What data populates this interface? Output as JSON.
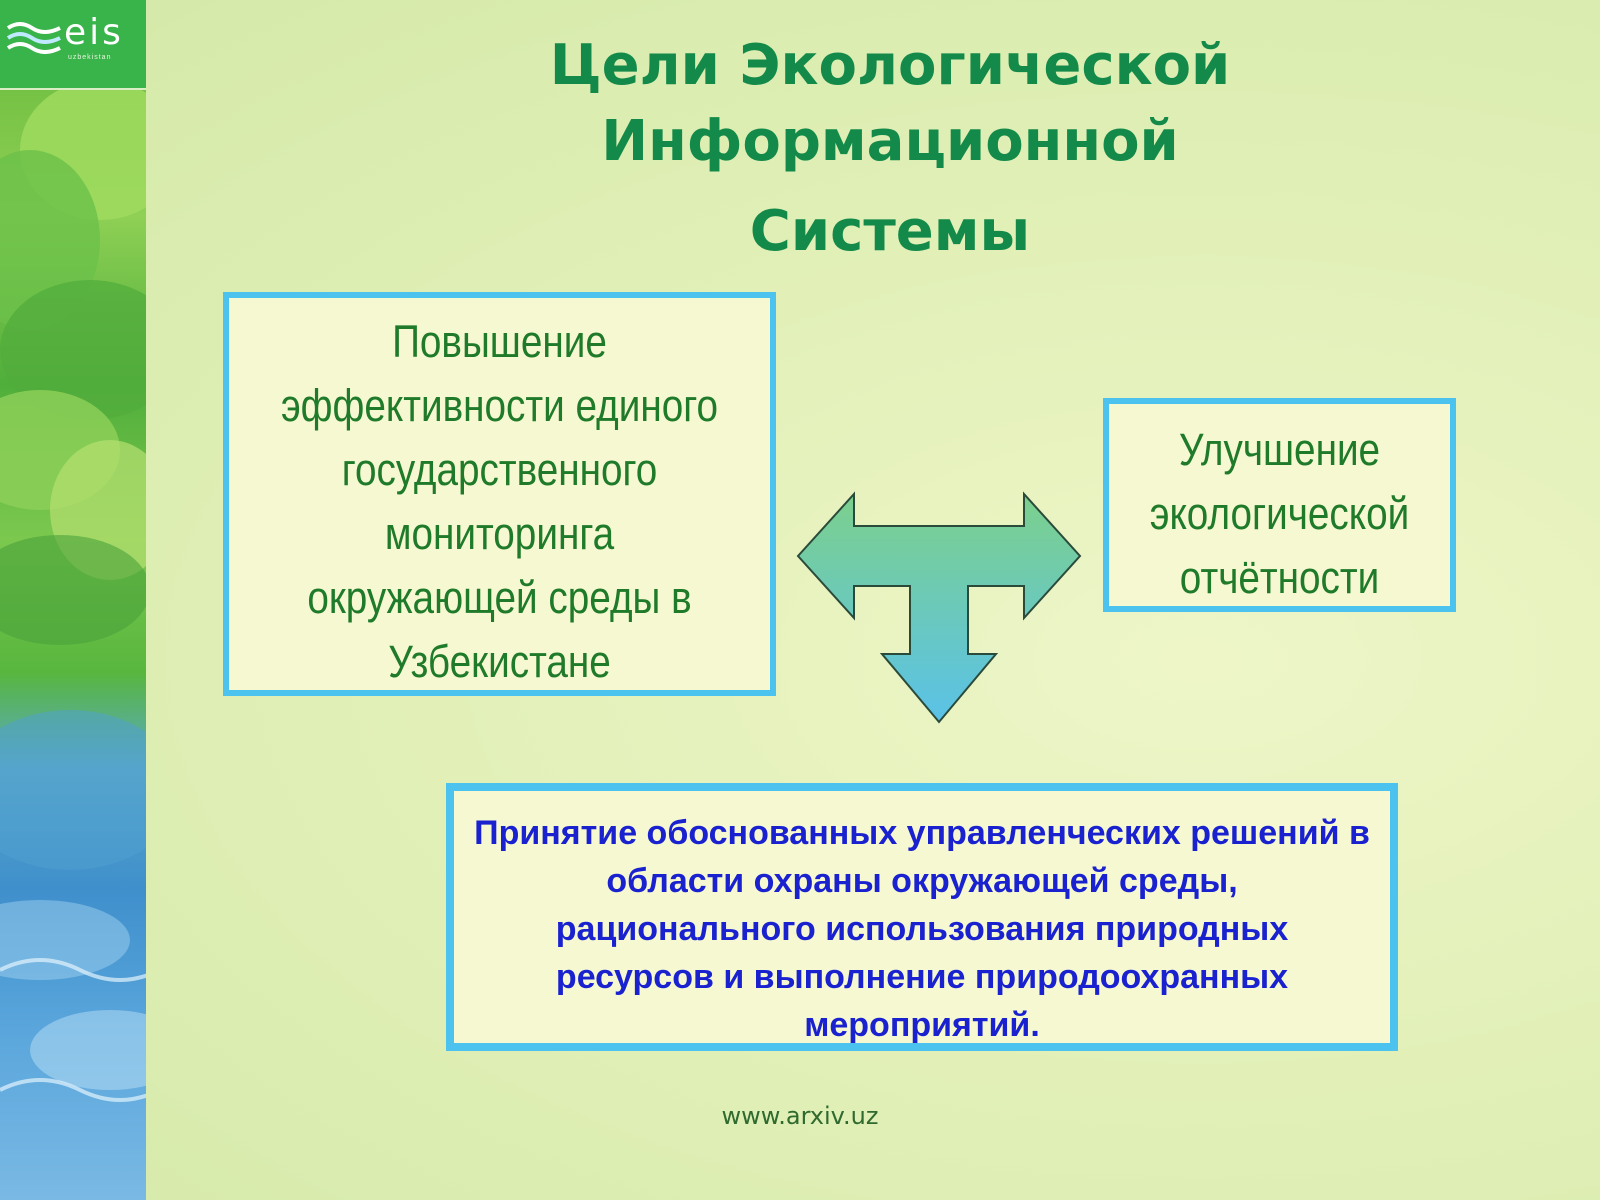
{
  "logo": {
    "name": "eis",
    "subtitle": "uzbekistan"
  },
  "title": {
    "line1": "Цели Экологической",
    "line2": "Информационной",
    "line3": "Системы"
  },
  "boxes": {
    "left": "Повышение эффективности единого государственного мониторинга окружающей среды в Узбекистане",
    "right": "Улучшение экологической отчётности",
    "bottom": "Принятие обоснованных управленческих решений в области  охраны  окружающей среды, рационального использования природных ресурсов и выполнение природоохранных мероприятий."
  },
  "footer": "www.arxiv.uz",
  "colors": {
    "title": "#148a4a",
    "box_border": "#4cc3ee",
    "box_fill": "#f6f8d2",
    "left_right_text": "#1f7a2a",
    "bottom_text": "#1a22d0",
    "arrow_top": "#7cd08c",
    "arrow_bottom": "#5ac2e8",
    "logo_bg": "#38b44a"
  }
}
